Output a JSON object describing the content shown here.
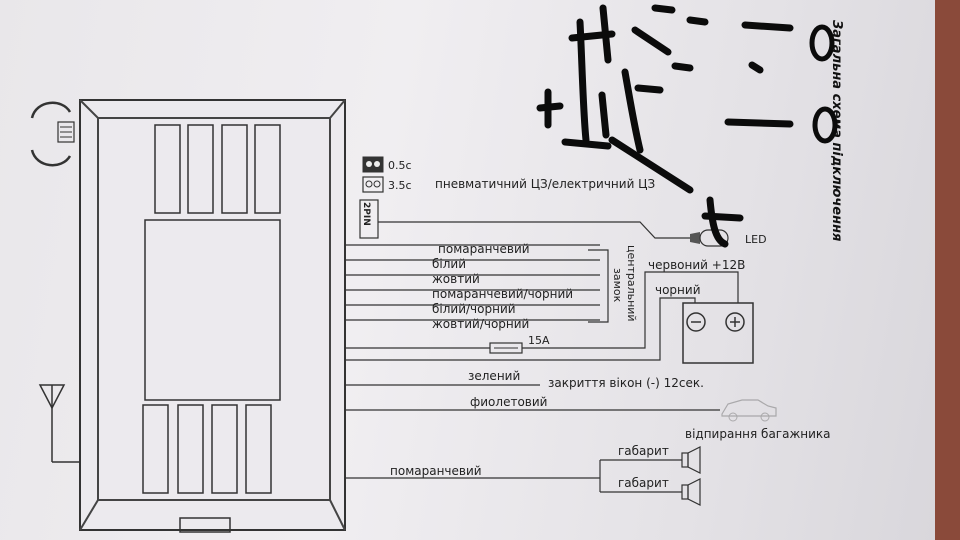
{
  "title": "Загальна схема підключення",
  "jumper": {
    "option_1": "0.5с",
    "option_2": "3.5с",
    "pin_label": "2PIN"
  },
  "lock_type": "пневматичний ЦЗ/електричний ЦЗ",
  "led_label": "LED",
  "central_lock": {
    "label_line1": "центральний",
    "label_line2": "замок",
    "wires": [
      "помаранчевий",
      "білий",
      "жовтий",
      "помаранчевий/чорний",
      "білий/чорний",
      "жовтий/чорний"
    ]
  },
  "power": {
    "red": "червоний +12В",
    "black": "чорний",
    "fuse": "15А",
    "minus": "⊖",
    "plus": "⊕"
  },
  "windows": {
    "wire": "зелений",
    "function": "закриття вікон  (-) 12сек."
  },
  "trunk": {
    "wire": "фиолетовий",
    "function": "відпирання багажника"
  },
  "lights": {
    "wire": "помаранчевий",
    "lamp_1": "габарит",
    "lamp_2": "габарит"
  }
}
